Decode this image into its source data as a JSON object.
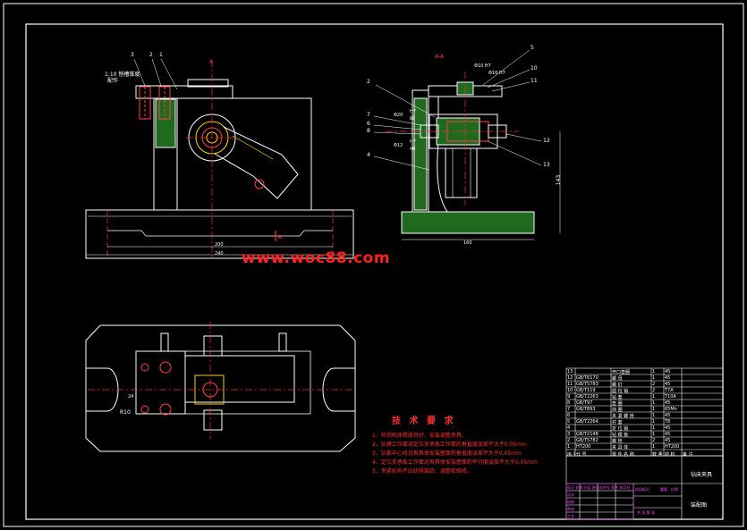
{
  "drawing": {
    "watermark": "www.woc88.com",
    "section_label": "A-A",
    "tech_req_title": "技 术 要 求",
    "tech_requirements": [
      "1、检测机床精度良好，安装调整夹具。",
      "2、钻模工作面对定位支承板工作面的垂直度误差不大于0.05mm",
      "3、钻套中心线对夹具体安装基面的垂直度误差不大于0.05mm",
      "4、定位支承板工作面对夹具体安装基面的平行度误差不大于0.05mm",
      "5、夹紧机构不应妨碍装卸、调整和维修。"
    ],
    "front_labels": {
      "l3": "3",
      "l2": "2",
      "l1": "1",
      "note_left": "1:10 刨槽锥度",
      "note_left2": "配作",
      "dim_bottom_inner": "200",
      "dim_bottom_outer": "240",
      "cut_a_top": "A",
      "cut_a_bottom": "A"
    },
    "side_labels": {
      "l5": "5",
      "l2": "2",
      "l7": "7",
      "l6": "6",
      "l8": "8",
      "l4": "4",
      "l10": "10",
      "l11": "11",
      "l12": "12",
      "l13": "13",
      "dim_top1": "Φ10 H7",
      "dim_top2": "Φ16 H7",
      "dim_left1": "Φ20",
      "dim_left2": "Φ12",
      "dim_right": "143",
      "dim_bottom": "160",
      "fit1": "H7",
      "fit2": "k6",
      "fit3": "H7",
      "fit4": "n6"
    },
    "plan_labels": {
      "r": "R10",
      "width": "24"
    },
    "bom": {
      "rows": [
        [
          "13",
          "",
          "开口垫圈",
          "1",
          "45",
          ""
        ],
        [
          "12",
          "GB/T6170",
          "螺 母",
          "1",
          "45",
          ""
        ],
        [
          "11",
          "GB/T5783",
          "螺 钉",
          "2",
          "45",
          ""
        ],
        [
          "10",
          "GB/T119",
          "圆 柱 销",
          "2",
          "T7A",
          ""
        ],
        [
          "9",
          "GB/T2263",
          "钻 套",
          "1",
          "T10A",
          ""
        ],
        [
          "8",
          "GB/T97",
          "垫 圈",
          "1",
          "45",
          ""
        ],
        [
          "7",
          "GB/T893",
          "挡 圈",
          "1",
          "65Mn",
          ""
        ],
        [
          "6",
          "",
          "夹 紧 螺 栓",
          "1",
          "45",
          ""
        ],
        [
          "5",
          "GB/T2264",
          "衬 套",
          "1",
          "T8",
          ""
        ],
        [
          "4",
          "",
          "定 位 销",
          "1",
          "45",
          ""
        ],
        [
          "3",
          "GB/T2148",
          "钻 模 板",
          "1",
          "45",
          ""
        ],
        [
          "2",
          "GB/T5782",
          "螺 栓",
          "2",
          "45",
          ""
        ],
        [
          "1",
          "HT200",
          "夹 具 体",
          "1",
          "HT200",
          ""
        ]
      ],
      "header": [
        "序 号",
        "代 号",
        "零 件 名 称",
        "数 量",
        "材 料",
        "备 注"
      ]
    },
    "title_block": {
      "title1": "钻床夹具",
      "title2": "装配图",
      "rows": [
        "标记 处数 分区 更改文件号 签名 年月日",
        "设计",
        "校核",
        "审核",
        "工艺",
        "批准"
      ],
      "stage": "阶段标记",
      "weight": "重量",
      "scale": "比例",
      "sheet": "共 张 第 张"
    }
  }
}
